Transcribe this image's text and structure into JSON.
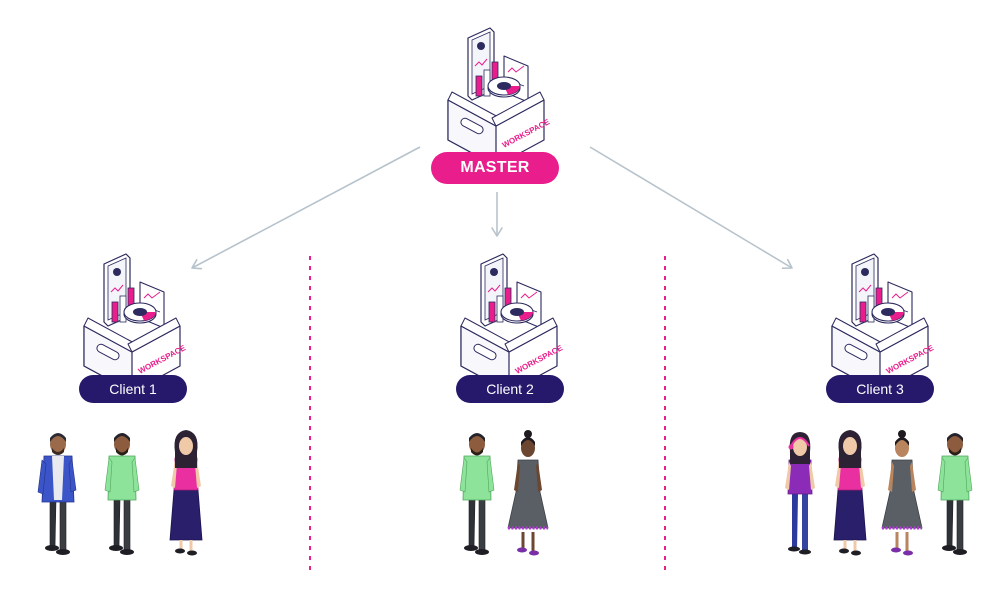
{
  "master": {
    "label": "MASTER",
    "workspace_text": "WORKSPACE"
  },
  "clients": [
    {
      "label": "Client 1",
      "workspace_text": "WORKSPACE",
      "people": [
        "man-blue-jacket",
        "man-green-shirt",
        "woman-pink-top"
      ]
    },
    {
      "label": "Client 2",
      "workspace_text": "WORKSPACE",
      "people": [
        "man-green-shirt",
        "woman-grey-dress"
      ]
    },
    {
      "label": "Client 3",
      "workspace_text": "WORKSPACE",
      "people": [
        "woman-purple-headset",
        "woman-pink-top",
        "woman-grey-dress",
        "man-green-shirt"
      ]
    }
  ],
  "colors": {
    "accent_pink": "#e91e8c",
    "client_navy": "#26196b",
    "arrow_grey": "#b7c3cc",
    "outline_navy": "#2c2a5e"
  }
}
